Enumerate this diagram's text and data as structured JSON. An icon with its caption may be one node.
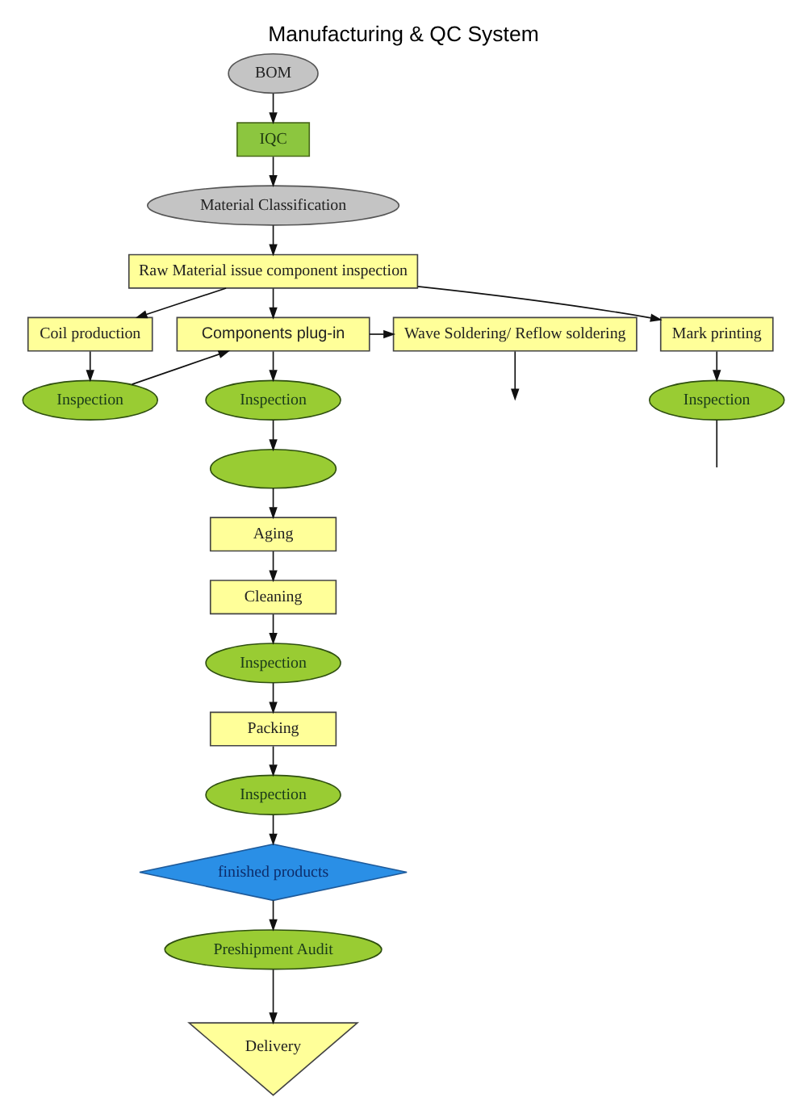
{
  "diagram": {
    "title": "Manufacturing & QC System",
    "nodes": [
      {
        "text": [
          "BOM"
        ]
      },
      {
        "text": [
          "IQC"
        ]
      },
      {
        "text": [
          "Material Classification"
        ]
      },
      {
        "text": [
          "Raw Material issue component inspection"
        ]
      },
      {
        "text": [
          "Coil production"
        ]
      },
      {
        "text": [
          "Components plug-in"
        ]
      },
      {
        "text": [
          "Wave Soldering/ Reflow soldering"
        ]
      },
      {
        "text": [
          "Mark printing"
        ]
      },
      {
        "text": [
          "Inspection"
        ]
      },
      {
        "text": [
          "Inspection"
        ]
      },
      {
        "text": [
          "Inspection"
        ]
      },
      {
        "text": [],
        "shape": "ellipse"
      },
      {
        "text": [
          "Aging"
        ]
      },
      {
        "text": [
          "Cleaning"
        ]
      },
      {
        "text": [
          "Inspection"
        ]
      },
      {
        "text": [
          "Packing"
        ]
      },
      {
        "text": [
          "Inspection"
        ]
      },
      {
        "text": [
          "finished products"
        ]
      },
      {
        "text": [
          "Preshipment Audit"
        ]
      },
      {
        "text": [
          "Delivery"
        ]
      }
    ],
    "edges": [
      {
        "from": 0,
        "to": 1,
        "arrow": "to"
      },
      {
        "from": 1,
        "to": 2,
        "arrow": "to"
      },
      {
        "from": 2,
        "to": 3,
        "arrow": "to"
      },
      {
        "from": 3,
        "to": 4,
        "arrow": "to"
      },
      {
        "from": 3,
        "to": 5,
        "arrow": "to"
      },
      {
        "from": 3,
        "to": 7,
        "arrow": "to"
      },
      {
        "from": 4,
        "to": 8,
        "arrow": "to"
      },
      {
        "from": 8,
        "to": 5,
        "arrow": "to"
      },
      {
        "from": 5,
        "to": 6,
        "arrow": "to"
      },
      {
        "from": 5,
        "to": 9,
        "arrow": "to"
      },
      {
        "from": 7,
        "to": 10,
        "arrow": "to"
      },
      {
        "from": 9,
        "to": 11,
        "arrow": "to"
      },
      {
        "from": 6,
        "to": null,
        "arrow": "to"
      },
      {
        "from": 10,
        "to": null,
        "arrow": "none"
      },
      {
        "from": 11,
        "to": 12,
        "arrow": "to"
      },
      {
        "from": 12,
        "to": 13,
        "arrow": "to"
      },
      {
        "from": 13,
        "to": 14,
        "arrow": "to"
      },
      {
        "from": 14,
        "to": 15,
        "arrow": "to"
      },
      {
        "from": 15,
        "to": 16,
        "arrow": "to"
      },
      {
        "from": 16,
        "to": 17,
        "arrow": "to"
      },
      {
        "from": 17,
        "to": 18,
        "arrow": "to"
      },
      {
        "from": 18,
        "to": 19,
        "arrow": "to"
      }
    ]
  }
}
